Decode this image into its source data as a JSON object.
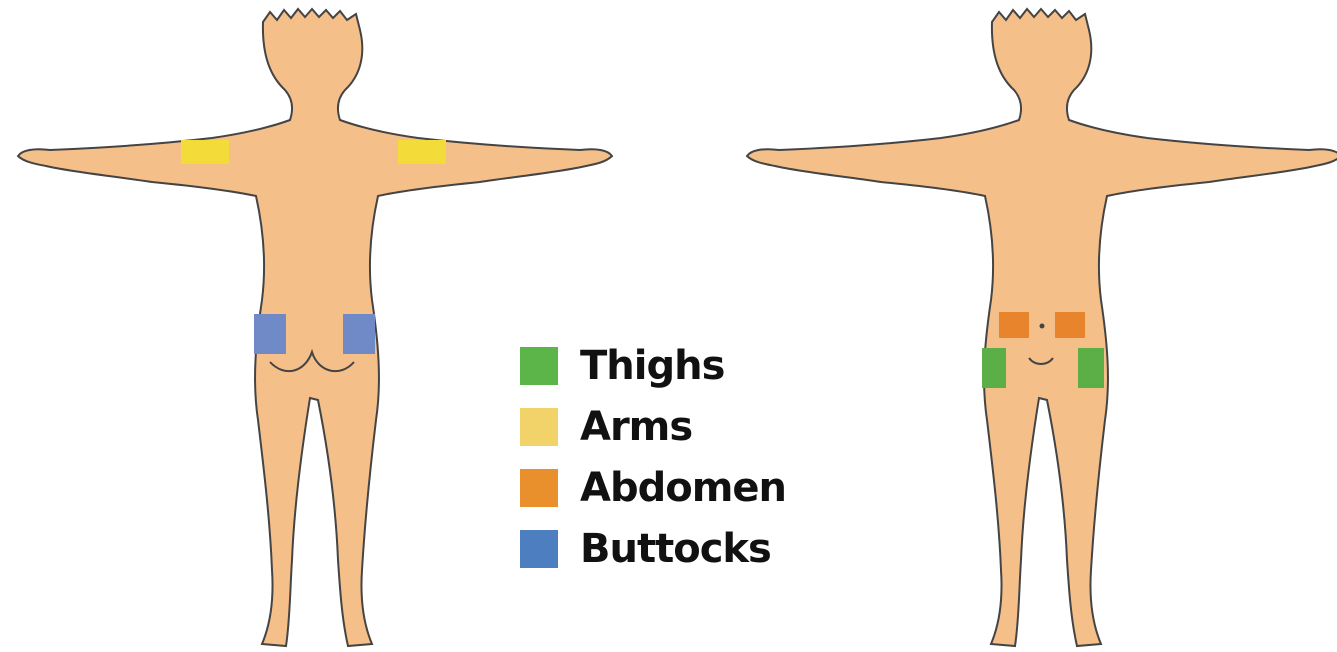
{
  "legend": [
    {
      "label": "Thighs",
      "color": "#5bb548"
    },
    {
      "label": "Arms",
      "color": "#f2d36a"
    },
    {
      "label": "Abdomen",
      "color": "#e98f2c"
    },
    {
      "label": "Buttocks",
      "color": "#4d7fc0"
    }
  ],
  "colors": {
    "skin": "#f5bf8a",
    "outline": "#444444",
    "arms_site": "#f3dc3a",
    "buttocks_site": "#6f8ac6",
    "abdomen_site": "#e8842c",
    "thighs_site": "#5caf47"
  },
  "figures": [
    "back-view",
    "front-view"
  ]
}
